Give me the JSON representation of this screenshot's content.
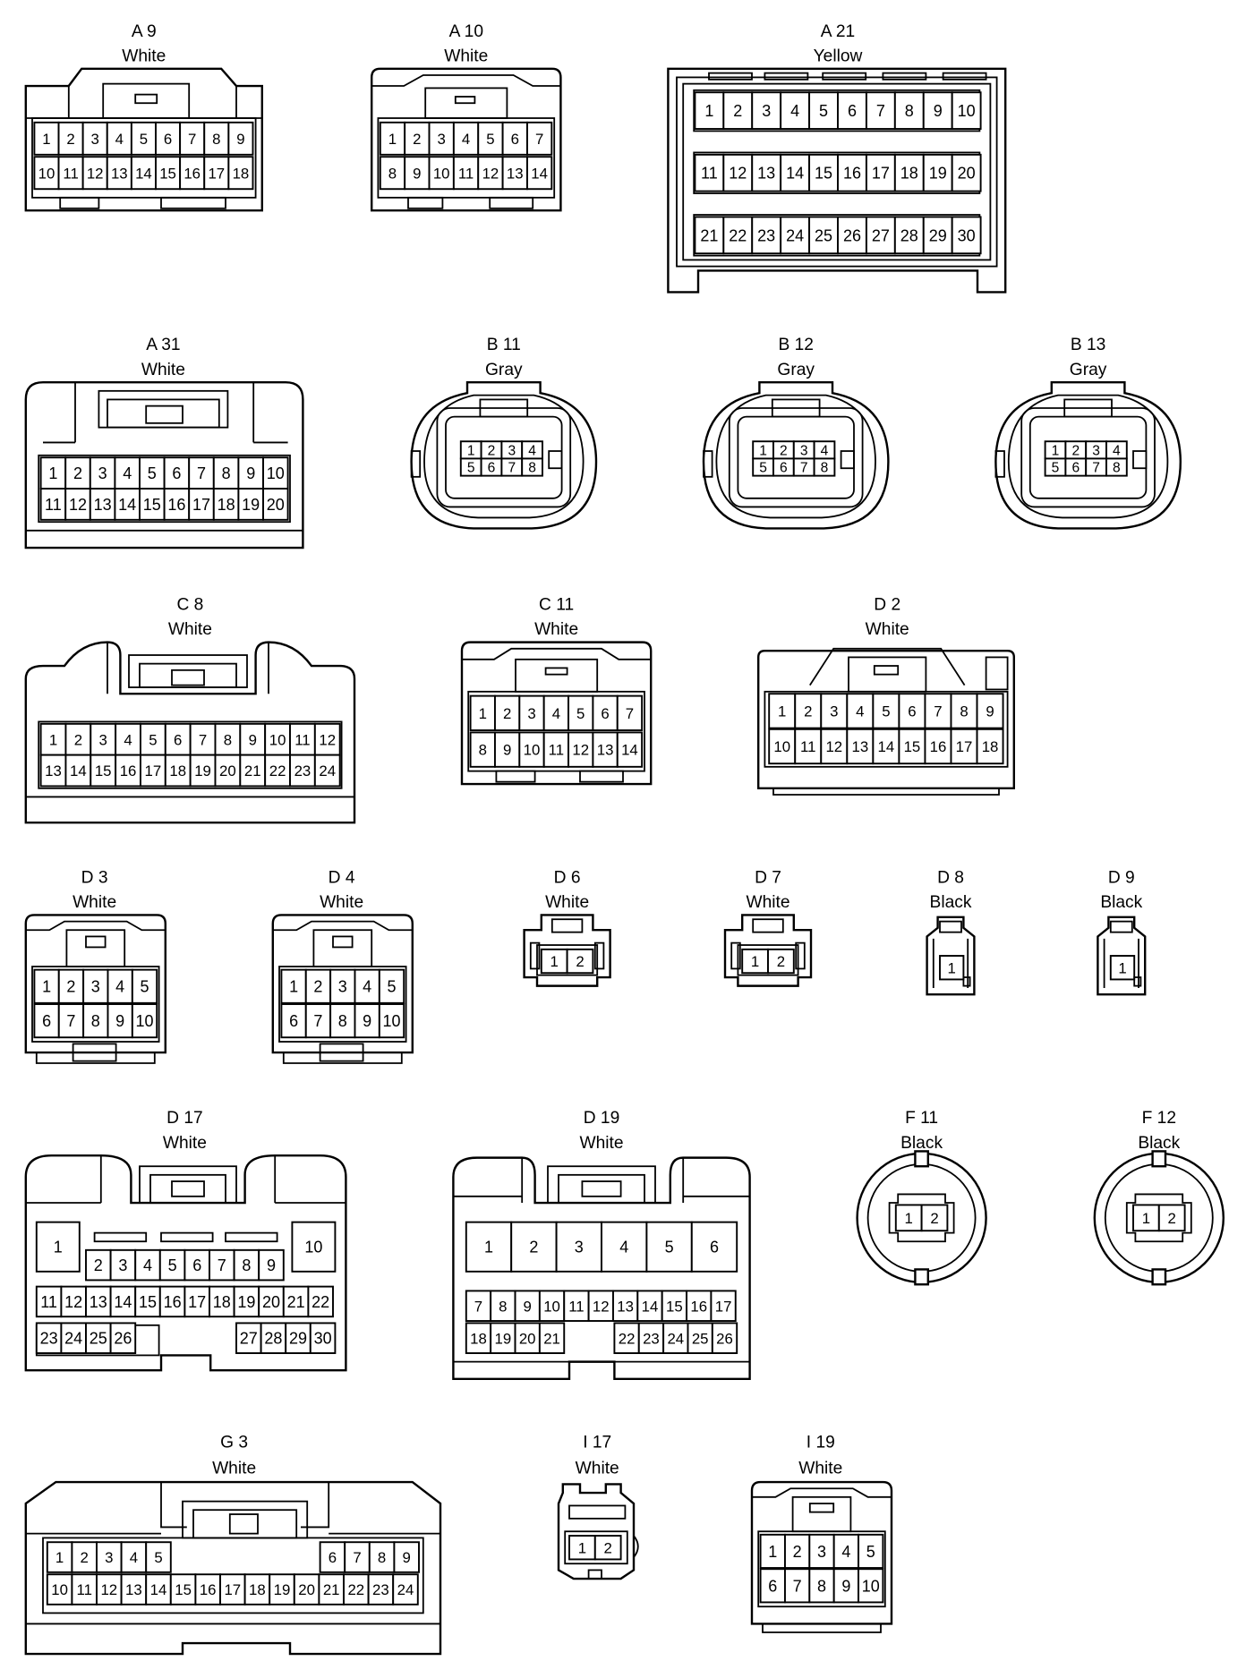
{
  "connectors": [
    {
      "id": "A 9",
      "color": "White",
      "rows": [
        [
          "1",
          "2",
          "3",
          "4",
          "5",
          "6",
          "7",
          "8",
          "9"
        ],
        [
          "10",
          "11",
          "12",
          "13",
          "14",
          "15",
          "16",
          "17",
          "18"
        ]
      ]
    },
    {
      "id": "A 10",
      "color": "White",
      "rows": [
        [
          "1",
          "2",
          "3",
          "4",
          "5",
          "6",
          "7"
        ],
        [
          "8",
          "9",
          "10",
          "11",
          "12",
          "13",
          "14"
        ]
      ]
    },
    {
      "id": "A 21",
      "color": "Yellow",
      "rows": [
        [
          "1",
          "2",
          "3",
          "4",
          "5",
          "6",
          "7",
          "8",
          "9",
          "10"
        ],
        [
          "11",
          "12",
          "13",
          "14",
          "15",
          "16",
          "17",
          "18",
          "19",
          "20"
        ],
        [
          "21",
          "22",
          "23",
          "24",
          "25",
          "26",
          "27",
          "28",
          "29",
          "30"
        ]
      ]
    },
    {
      "id": "A 31",
      "color": "White",
      "rows": [
        [
          "1",
          "2",
          "3",
          "4",
          "5",
          "6",
          "7",
          "8",
          "9",
          "10"
        ],
        [
          "11",
          "12",
          "13",
          "14",
          "15",
          "16",
          "17",
          "18",
          "19",
          "20"
        ]
      ]
    },
    {
      "id": "B 11",
      "color": "Gray",
      "rows": [
        [
          "1",
          "2",
          "3",
          "4"
        ],
        [
          "5",
          "6",
          "7",
          "8"
        ]
      ]
    },
    {
      "id": "B 12",
      "color": "Gray",
      "rows": [
        [
          "1",
          "2",
          "3",
          "4"
        ],
        [
          "5",
          "6",
          "7",
          "8"
        ]
      ]
    },
    {
      "id": "B 13",
      "color": "Gray",
      "rows": [
        [
          "1",
          "2",
          "3",
          "4"
        ],
        [
          "5",
          "6",
          "7",
          "8"
        ]
      ]
    },
    {
      "id": "C 8",
      "color": "White",
      "rows": [
        [
          "1",
          "2",
          "3",
          "4",
          "5",
          "6",
          "7",
          "8",
          "9",
          "10",
          "11",
          "12"
        ],
        [
          "13",
          "14",
          "15",
          "16",
          "17",
          "18",
          "19",
          "20",
          "21",
          "22",
          "23",
          "24"
        ]
      ]
    },
    {
      "id": "C 11",
      "color": "White",
      "rows": [
        [
          "1",
          "2",
          "3",
          "4",
          "5",
          "6",
          "7"
        ],
        [
          "8",
          "9",
          "10",
          "11",
          "12",
          "13",
          "14"
        ]
      ]
    },
    {
      "id": "D 2",
      "color": "White",
      "rows": [
        [
          "1",
          "2",
          "3",
          "4",
          "5",
          "6",
          "7",
          "8",
          "9"
        ],
        [
          "10",
          "11",
          "12",
          "13",
          "14",
          "15",
          "16",
          "17",
          "18"
        ]
      ]
    },
    {
      "id": "D 3",
      "color": "White",
      "rows": [
        [
          "1",
          "2",
          "3",
          "4",
          "5"
        ],
        [
          "6",
          "7",
          "8",
          "9",
          "10"
        ]
      ]
    },
    {
      "id": "D 4",
      "color": "White",
      "rows": [
        [
          "1",
          "2",
          "3",
          "4",
          "5"
        ],
        [
          "6",
          "7",
          "8",
          "9",
          "10"
        ]
      ]
    },
    {
      "id": "D 6",
      "color": "White",
      "rows": [
        [
          "1",
          "2"
        ]
      ]
    },
    {
      "id": "D 7",
      "color": "White",
      "rows": [
        [
          "1",
          "2"
        ]
      ]
    },
    {
      "id": "D 8",
      "color": "Black",
      "rows": [
        [
          "1"
        ]
      ]
    },
    {
      "id": "D 9",
      "color": "Black",
      "rows": [
        [
          "1"
        ]
      ]
    },
    {
      "id": "D 17",
      "color": "White",
      "rows": [
        [
          "1",
          "10"
        ],
        [
          "2",
          "3",
          "4",
          "5",
          "6",
          "7",
          "8",
          "9"
        ],
        [
          "11",
          "12",
          "13",
          "14",
          "15",
          "16",
          "17",
          "18",
          "19",
          "20",
          "21",
          "22"
        ],
        [
          "23",
          "24",
          "25",
          "26",
          "27",
          "28",
          "29",
          "30"
        ]
      ]
    },
    {
      "id": "D 19",
      "color": "White",
      "rows": [
        [
          "1",
          "2",
          "3",
          "4",
          "5",
          "6"
        ],
        [
          "7",
          "8",
          "9",
          "10",
          "11",
          "12",
          "13",
          "14",
          "15",
          "16",
          "17"
        ],
        [
          "18",
          "19",
          "20",
          "21",
          "22",
          "23",
          "24",
          "25",
          "26"
        ]
      ]
    },
    {
      "id": "F 11",
      "color": "Black",
      "rows": [
        [
          "1",
          "2"
        ]
      ]
    },
    {
      "id": "F 12",
      "color": "Black",
      "rows": [
        [
          "1",
          "2"
        ]
      ]
    },
    {
      "id": "G 3",
      "color": "White",
      "rows": [
        [
          "1",
          "2",
          "3",
          "4",
          "5",
          "6",
          "7",
          "8",
          "9"
        ],
        [
          "10",
          "11",
          "12",
          "13",
          "14",
          "15",
          "16",
          "17",
          "18",
          "19",
          "20",
          "21",
          "22",
          "23",
          "24"
        ]
      ]
    },
    {
      "id": "I 17",
      "color": "White",
      "rows": [
        [
          "1",
          "2"
        ]
      ]
    },
    {
      "id": "I 19",
      "color": "White",
      "rows": [
        [
          "1",
          "2",
          "3",
          "4",
          "5"
        ],
        [
          "6",
          "7",
          "8",
          "9",
          "10"
        ]
      ]
    }
  ]
}
